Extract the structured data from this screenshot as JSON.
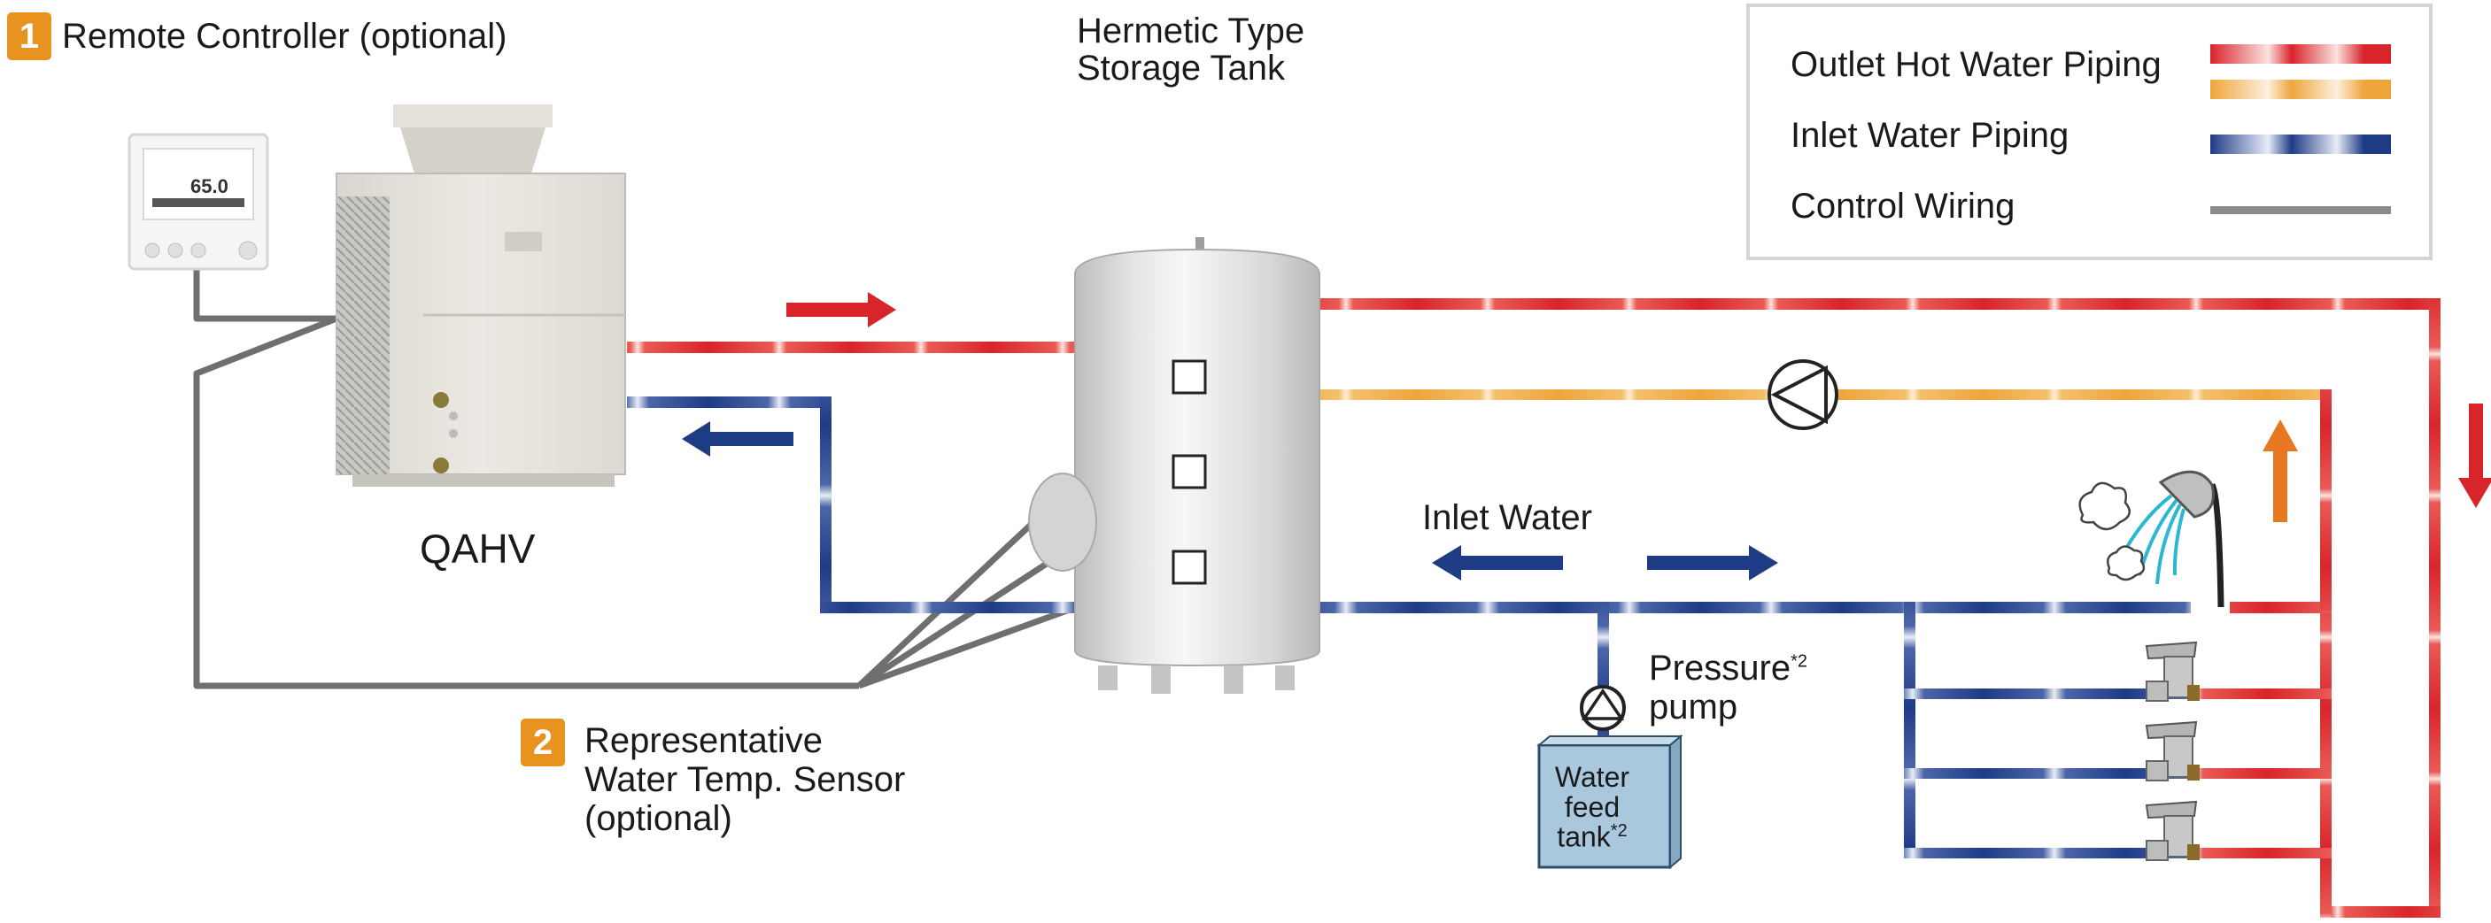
{
  "labels": {
    "remote_badge": "1",
    "remote_controller": "Remote Controller (optional)",
    "tank_title_line1": "Hermetic Type",
    "tank_title_line2": "Storage Tank",
    "unit_name": "QAHV",
    "inlet_water": "Inlet Water",
    "sensor_badge": "2",
    "sensor_line1": "Representative",
    "sensor_line2": "Water Temp. Sensor",
    "sensor_line3": "(optional)",
    "pump_line1": "Pressure",
    "pump_sup": "*2",
    "pump_line2": "pump",
    "feed_line1": "Water",
    "feed_line2": "feed",
    "feed_line3": "tank",
    "feed_sup": "*2",
    "controller_display": "65.0"
  },
  "legend": {
    "items": [
      {
        "label": "Outlet Hot Water Piping",
        "colors": [
          "#d8242b",
          "#eea53c"
        ]
      },
      {
        "label": "Inlet Water Piping",
        "colors": [
          "#1e3b86"
        ]
      },
      {
        "label": "Control Wiring",
        "colors": [
          "#8b8b8b"
        ]
      }
    ]
  },
  "colors": {
    "hot_red": "#d8242b",
    "hot_orange": "#eea53c",
    "inlet_blue": "#1e3b86",
    "wire_gray": "#6f6f6f",
    "badge_orange": "#e8921f",
    "arrow_orange": "#e87722",
    "feed_tank": "#a9c8de"
  }
}
